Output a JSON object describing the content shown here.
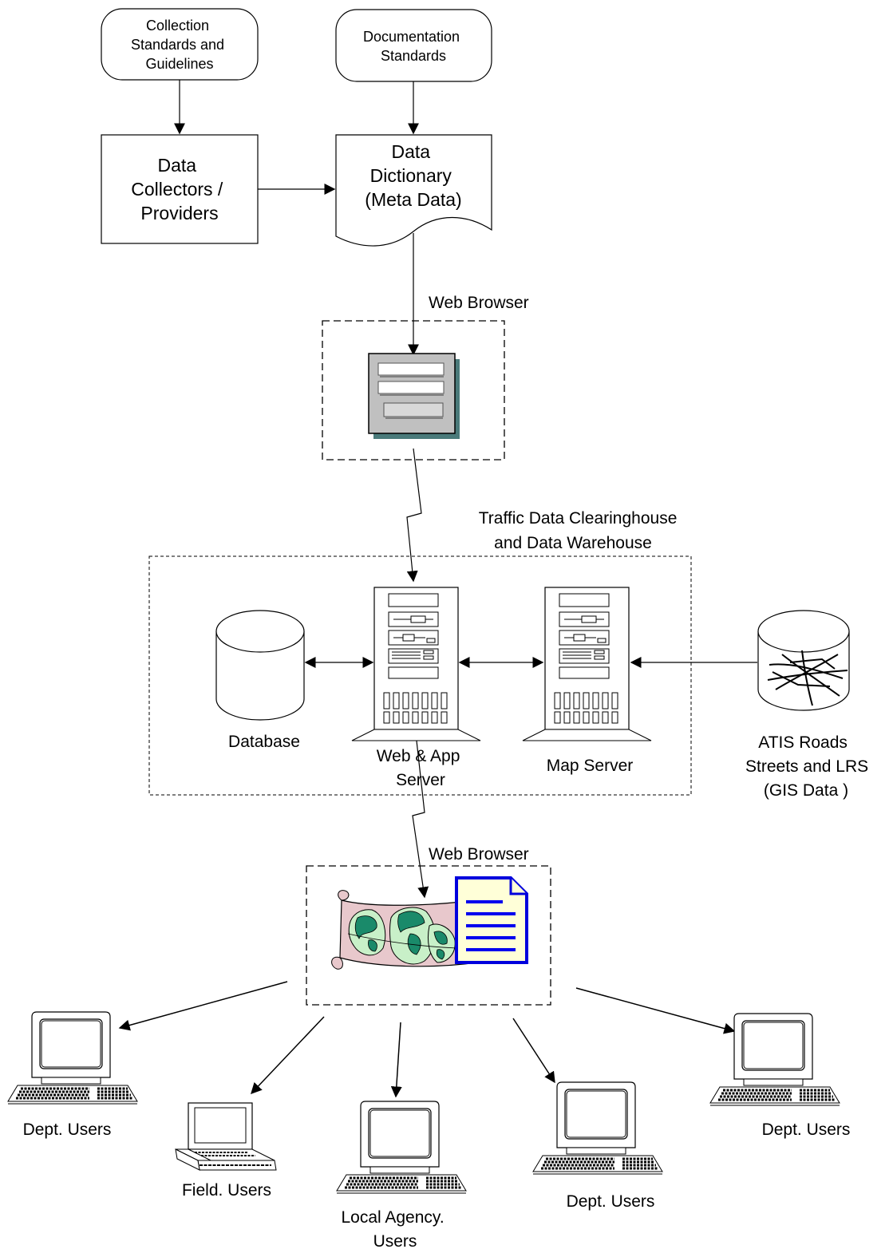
{
  "boxes": {
    "collection_standards": [
      "Collection",
      "Standards and",
      "Guidelines"
    ],
    "documentation_standards": [
      "Documentation",
      "Standards"
    ],
    "data_collectors": [
      "Data",
      "Collectors /",
      "Providers"
    ],
    "data_dictionary": [
      "Data",
      "Dictionary",
      "(Meta Data)"
    ]
  },
  "labels": {
    "web_browser_top": "Web Browser",
    "clearinghouse": [
      "Traffic Data Clearinghouse",
      "and Data Warehouse"
    ],
    "database": "Database",
    "web_app_server": [
      "Web & App",
      "Server"
    ],
    "map_server": "Map Server",
    "gis_data": [
      "ATIS Roads",
      "Streets and LRS",
      "(GIS Data )"
    ],
    "web_browser_bottom": "Web Browser"
  },
  "users": [
    {
      "label": [
        "Dept. Users"
      ],
      "type": "desktop"
    },
    {
      "label": [
        "Field. Users"
      ],
      "type": "laptop"
    },
    {
      "label": [
        "Local Agency.",
        "Users"
      ],
      "type": "desktop"
    },
    {
      "label": [
        "Dept. Users"
      ],
      "type": "desktop"
    },
    {
      "label": [
        "Dept. Users"
      ],
      "type": "desktop"
    }
  ],
  "colors": {
    "map_paper": "#e8c8cc",
    "globe_land": "#1a8a6a",
    "globe_sea": "#c8f0c8",
    "doc_fill": "#ffffd8",
    "doc_border": "#0000dd",
    "doc_lines": "#0000ee",
    "form_fill": "#c0c0c0",
    "form_shadow": "#4a7a7a"
  }
}
